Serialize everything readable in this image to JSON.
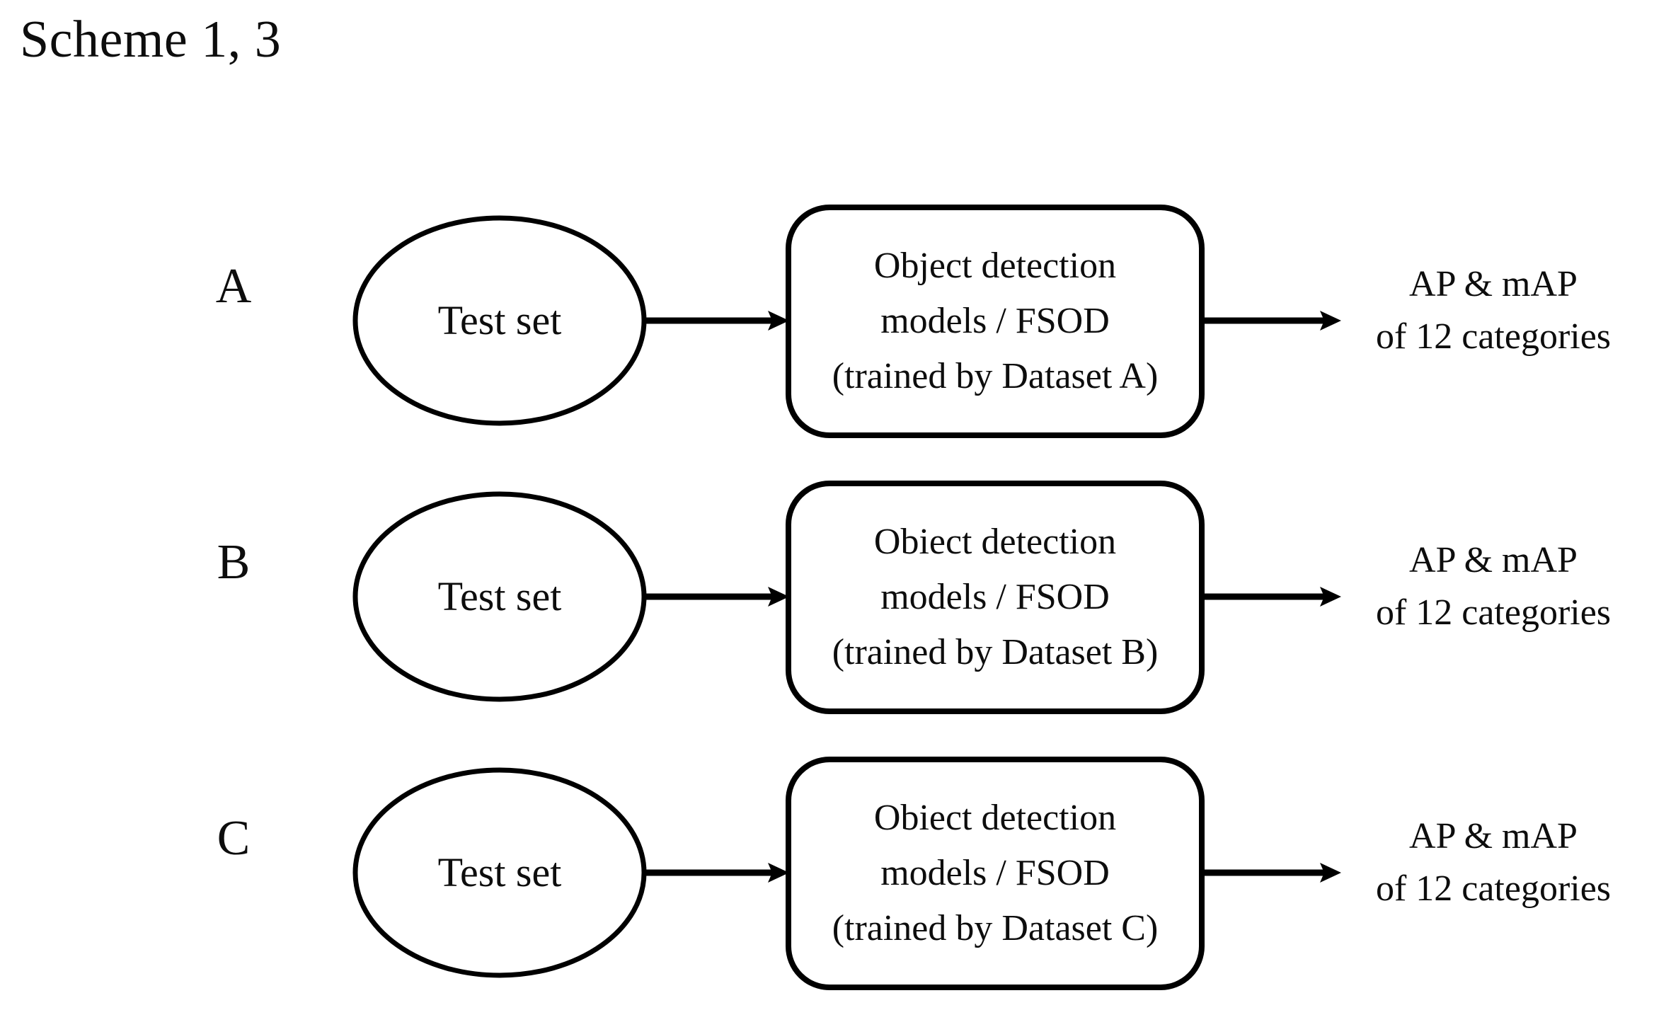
{
  "figure": {
    "title": "Scheme 1, 3",
    "background_color": "#ffffff",
    "stroke_color": "#000000",
    "text_color": "#0d0d0d"
  },
  "rows": [
    {
      "letter": "A",
      "source_label": "Test set",
      "process_line1": "Object detection",
      "process_line2": "models / FSOD",
      "process_line3": "(trained by Dataset A)",
      "output_line1": "AP & mAP",
      "output_line2": "of 12 categories",
      "arrow_in_name": "arrow-testset-to-model-a",
      "arrow_out_name": "arrow-model-to-output-a"
    },
    {
      "letter": "B",
      "source_label": "Test set",
      "process_line1": "Obiect detection",
      "process_line2": "models / FSOD",
      "process_line3": "(trained by Dataset B)",
      "output_line1": "AP & mAP",
      "output_line2": "of 12 categories",
      "arrow_in_name": "arrow-testset-to-model-b",
      "arrow_out_name": "arrow-model-to-output-b"
    },
    {
      "letter": "C",
      "source_label": "Test set",
      "process_line1": "Obiect detection",
      "process_line2": "models / FSOD",
      "process_line3": "(trained by Dataset C)",
      "output_line1": "AP & mAP",
      "output_line2": "of 12 categories",
      "arrow_in_name": "arrow-testset-to-model-c",
      "arrow_out_name": "arrow-model-to-output-c"
    }
  ]
}
